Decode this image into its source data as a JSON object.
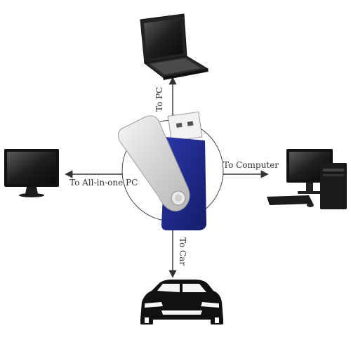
{
  "labels": {
    "to_pc": "To PC",
    "to_computer": "To Computer",
    "to_all_in_one_pc": "To All-in-one PC",
    "to_car": "To Car"
  },
  "colors": {
    "usb_body": "#1f2a8f",
    "usb_swivel": "#dcdcdc",
    "arrow": "#333333"
  },
  "icons": [
    "laptop-icon",
    "desktop-computer-icon",
    "monitor-icon",
    "suv-car-icon",
    "usb-flash-drive-icon"
  ]
}
